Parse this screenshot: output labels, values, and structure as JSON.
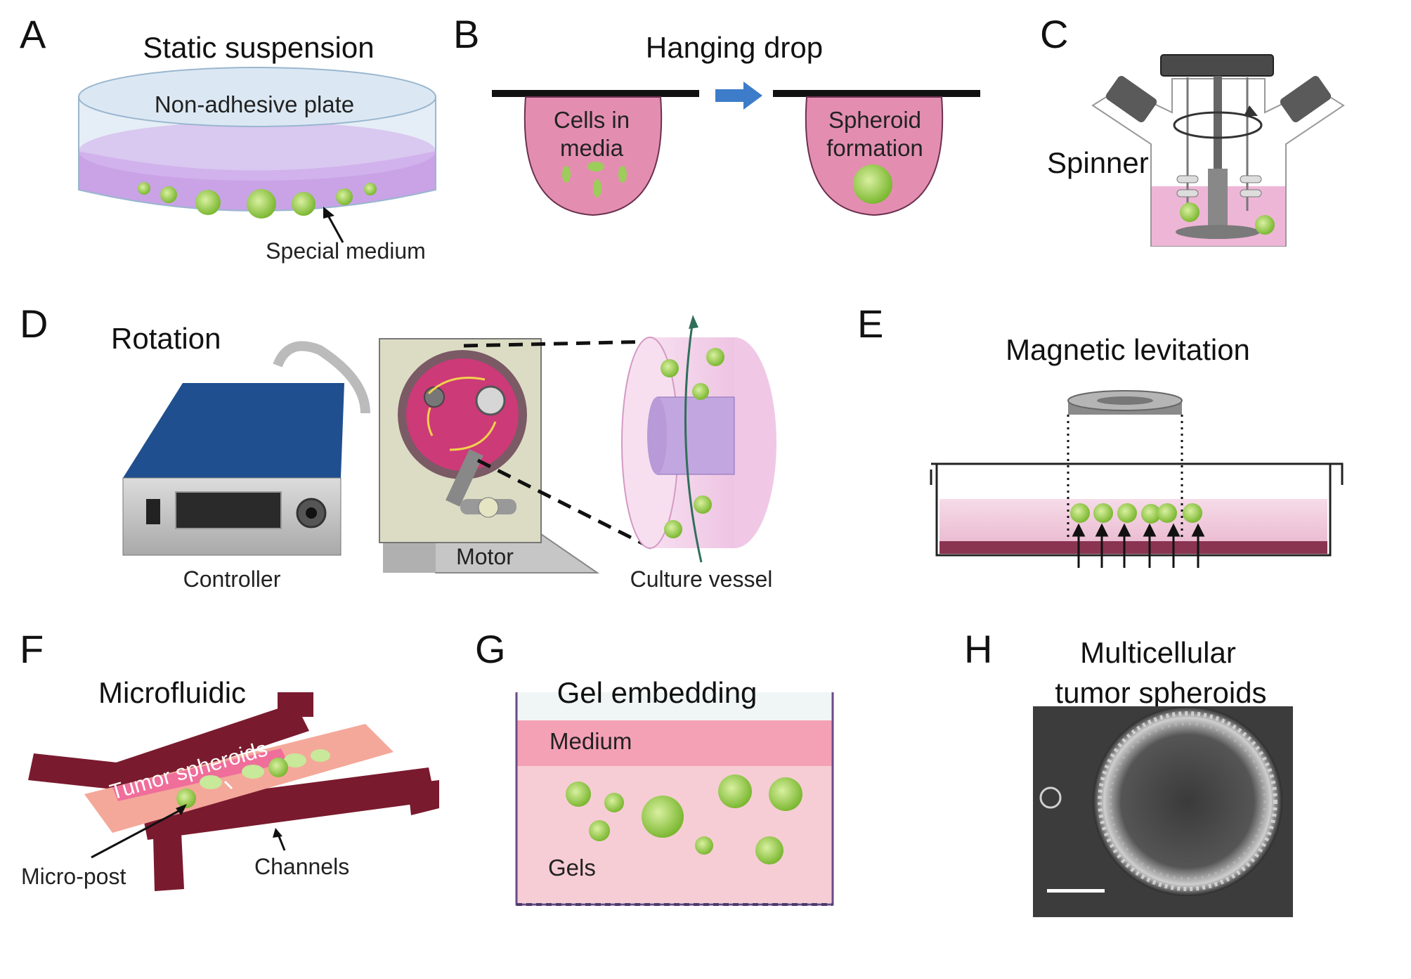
{
  "colors": {
    "medium_purple": "#c9a3e6",
    "medium_pink": "#e57ea8",
    "gel_pink": "#f6cdd5",
    "spheroid_green": "#8cc63f",
    "controller_blue": "#1f4f8f",
    "microfluidic_red": "#7a1a2e",
    "arrow_blue": "#3d7cc9"
  },
  "panels": {
    "a": {
      "letter": "A",
      "title": "Static suspension",
      "plate_label": "Non-adhesive plate",
      "medium_label": "Special medium"
    },
    "b": {
      "letter": "B",
      "title": "Hanging drop",
      "drop1_line1": "Cells in",
      "drop1_line2": "media",
      "drop2_line1": "Spheroid",
      "drop2_line2": "formation"
    },
    "c": {
      "letter": "C",
      "label": "Spinner"
    },
    "d": {
      "letter": "D",
      "title": "Rotation",
      "controller_label": "Controller",
      "motor_label": "Motor",
      "vessel_label": "Culture vessel"
    },
    "e": {
      "letter": "E",
      "title": "Magnetic levitation"
    },
    "f": {
      "letter": "F",
      "title": "Microfluidic",
      "spheroids_label": "Tumor spheroids",
      "post_label": "Micro-post",
      "channels_label": "Channels"
    },
    "g": {
      "letter": "G",
      "title": "Gel embedding",
      "medium_label": "Medium",
      "gels_label": "Gels"
    },
    "h": {
      "letter": "H",
      "title_line1": "Multicellular",
      "title_line2": "tumor spheroids"
    }
  }
}
